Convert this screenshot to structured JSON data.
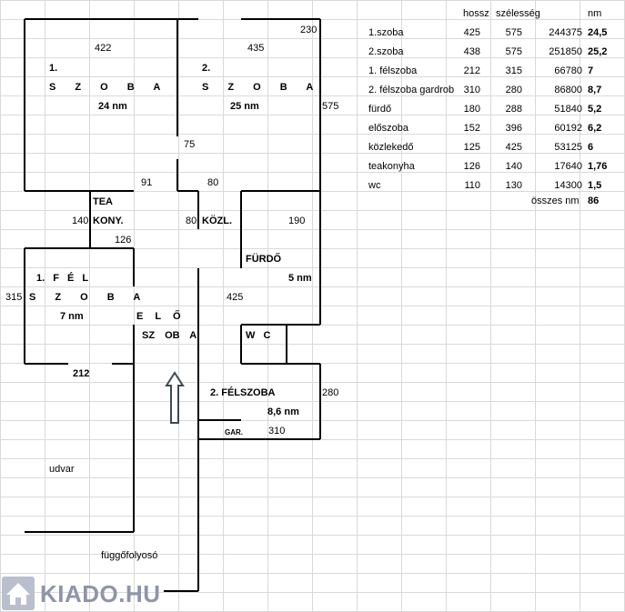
{
  "plan": {
    "room1": {
      "number": "1.",
      "name": "S Z O B A",
      "area": "24 nm",
      "dim_width": "422"
    },
    "room2": {
      "number": "2.",
      "name": "S Z O B A",
      "area": "25 nm",
      "dim_width": "435",
      "dim_corner": "230",
      "dim_side": "575"
    },
    "gap_75": "75",
    "door_91": "91",
    "door_80": "80",
    "tea": {
      "line1": "TEA",
      "line2": "KONY.",
      "dim_140": "140",
      "dim_126": "126"
    },
    "kozl": {
      "label": "KÖZL.",
      "dim_80": "80"
    },
    "furdo": {
      "label": "FÜRDŐ",
      "area": "5 nm",
      "dim_190": "190"
    },
    "felszoba1": {
      "line1": "1. F É L",
      "line2": "S Z O B A",
      "area": "7 nm",
      "dim_315": "315",
      "dim_212": "212"
    },
    "eloszoba": {
      "line1": "E L Ő",
      "line2": "SZ OB A",
      "dim_425": "425"
    },
    "wc": {
      "label": "W C"
    },
    "felszoba2": {
      "label": "2. FÉLSZOBA",
      "area": "8,6 nm",
      "dim_280": "280",
      "gar": "GAR.",
      "dim_310": "310"
    },
    "udvar": "udvar",
    "fuggofolyoso": "függőfolyosó"
  },
  "table": {
    "headers": [
      "hossz",
      "szélesség",
      "nm"
    ],
    "rows": [
      {
        "name": "1.szoba",
        "hossz": "425",
        "szelesseg": "575",
        "area_cm": "244375",
        "nm": "24,5"
      },
      {
        "name": "2.szoba",
        "hossz": "438",
        "szelesseg": "575",
        "area_cm": "251850",
        "nm": "25,2"
      },
      {
        "name": "1. félszoba",
        "hossz": "212",
        "szelesseg": "315",
        "area_cm": "66780",
        "nm": "7"
      },
      {
        "name": "2. félszoba gardrob",
        "hossz": "310",
        "szelesseg": "280",
        "area_cm": "86800",
        "nm": "8,7"
      },
      {
        "name": "fürdő",
        "hossz": "180",
        "szelesseg": "288",
        "area_cm": "51840",
        "nm": "5,2"
      },
      {
        "name": "előszoba",
        "hossz": "152",
        "szelesseg": "396",
        "area_cm": "60192",
        "nm": "6,2"
      },
      {
        "name": "közlekedő",
        "hossz": "125",
        "szelesseg": "425",
        "area_cm": "53125",
        "nm": "6"
      },
      {
        "name": "teakonyha",
        "hossz": "126",
        "szelesseg": "140",
        "area_cm": "17640",
        "nm": "1,76"
      },
      {
        "name": "wc",
        "hossz": "110",
        "szelesseg": "130",
        "area_cm": "14300",
        "nm": "1,5"
      }
    ],
    "total_label": "összes nm",
    "total_value": "86"
  },
  "logo": {
    "text": "KIADO.HU",
    "icon": "house-icon"
  }
}
